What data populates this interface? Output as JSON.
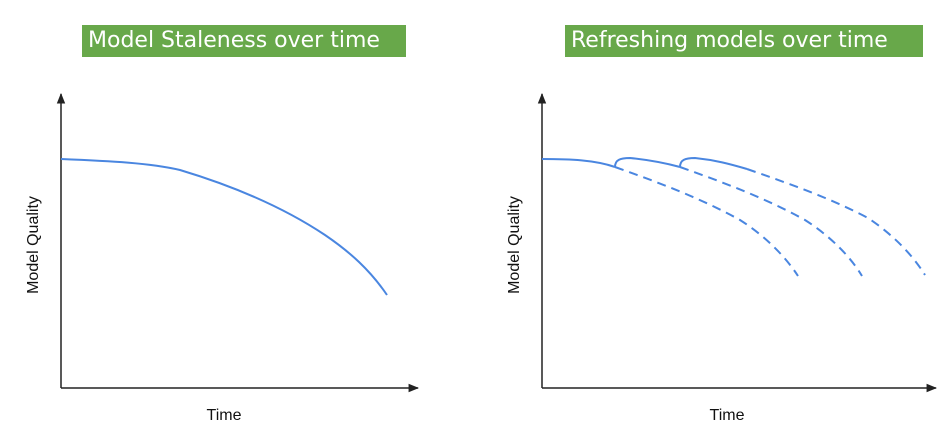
{
  "colors": {
    "title_background": "#68a84a",
    "title_text": "#ffffff",
    "curve": "#4a86e0",
    "axis": "#222222"
  },
  "panels": [
    {
      "title": "Model Staleness over time",
      "xlabel": "Time",
      "ylabel": "Model Quality"
    },
    {
      "title": "Refreshing models over time",
      "xlabel": "Time",
      "ylabel": "Model Quality"
    }
  ]
}
